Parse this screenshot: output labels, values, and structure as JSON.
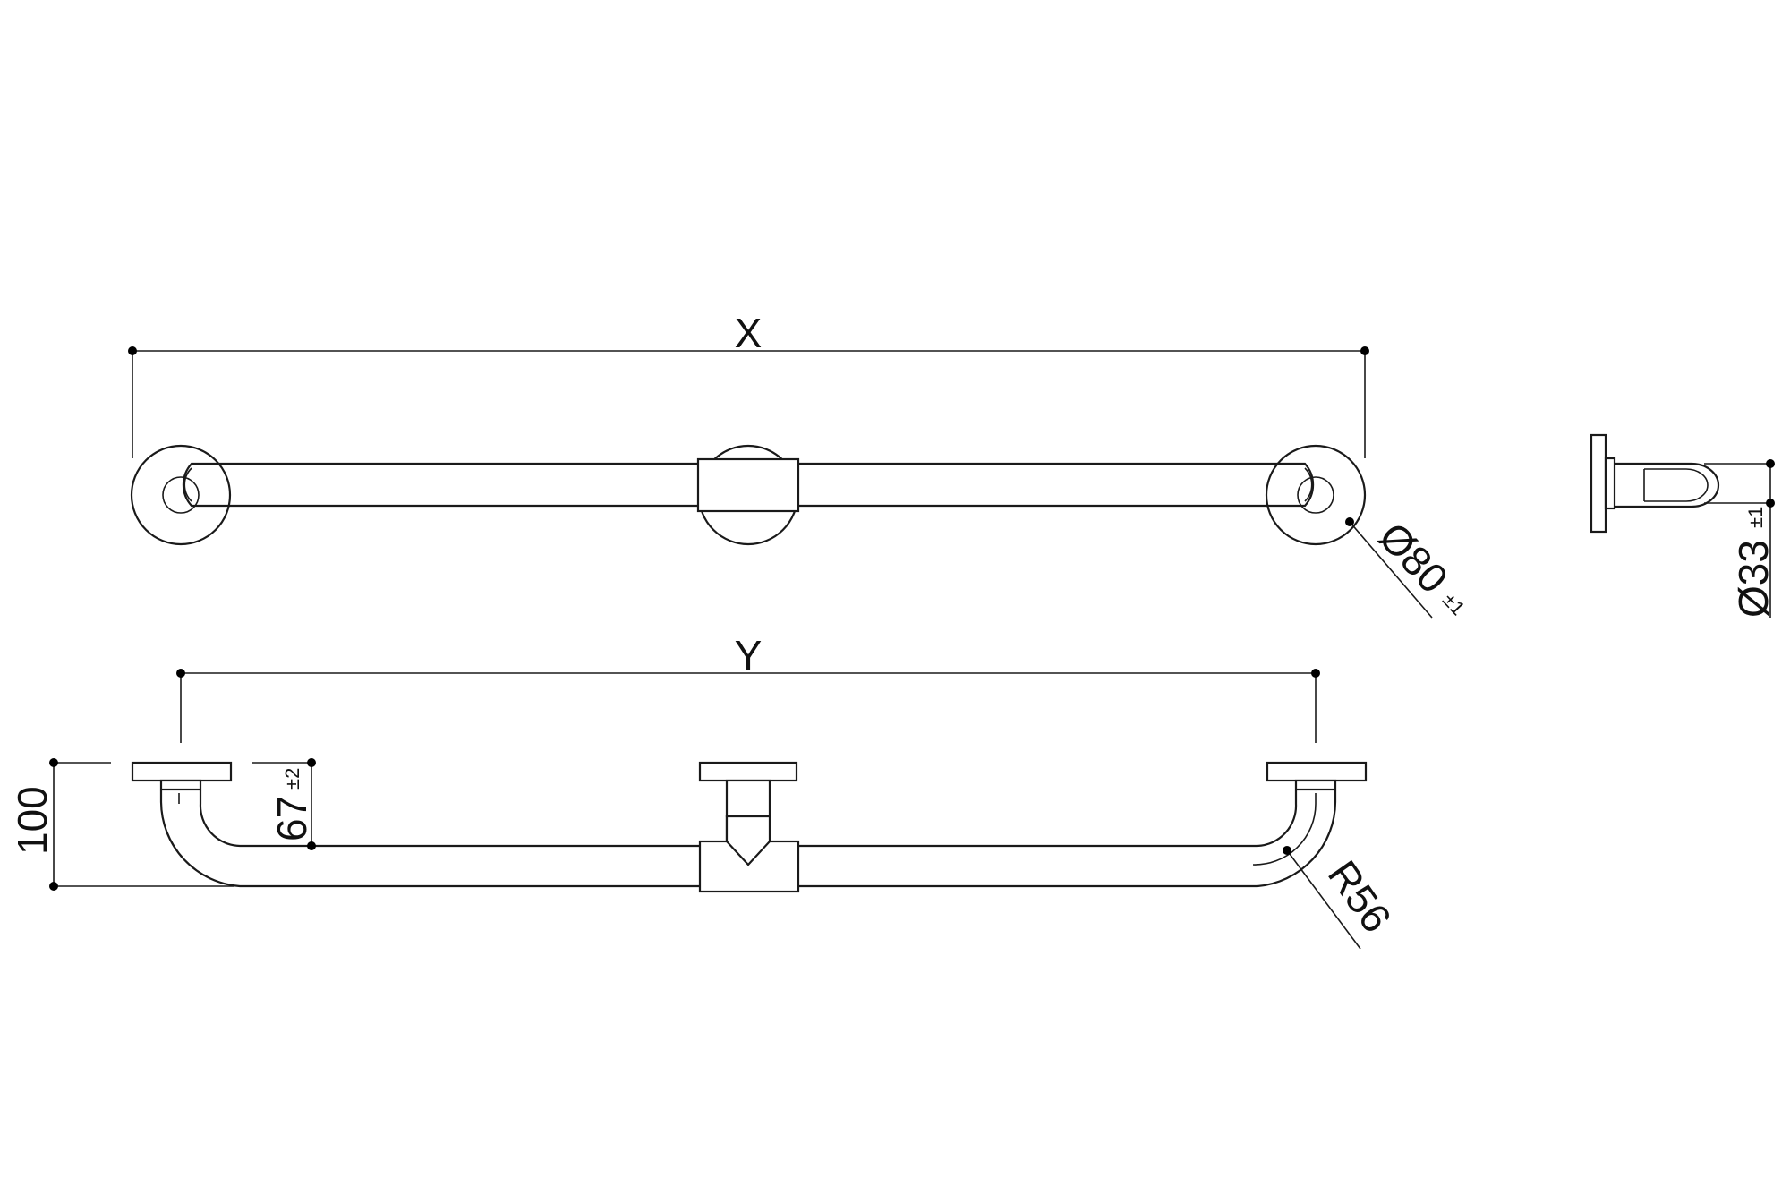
{
  "diagram": {
    "dim_x": "X",
    "dim_y": "Y",
    "dim_flange_diameter": "Ø80",
    "dim_flange_tol": "±1",
    "dim_tube_diameter": "Ø33",
    "dim_tube_tol": "±1",
    "dim_depth": "100",
    "dim_offset": "67",
    "dim_offset_tol": "±2",
    "dim_radius": "R56"
  },
  "colors": {
    "line": "#1a1a1a",
    "background": "#ffffff"
  }
}
